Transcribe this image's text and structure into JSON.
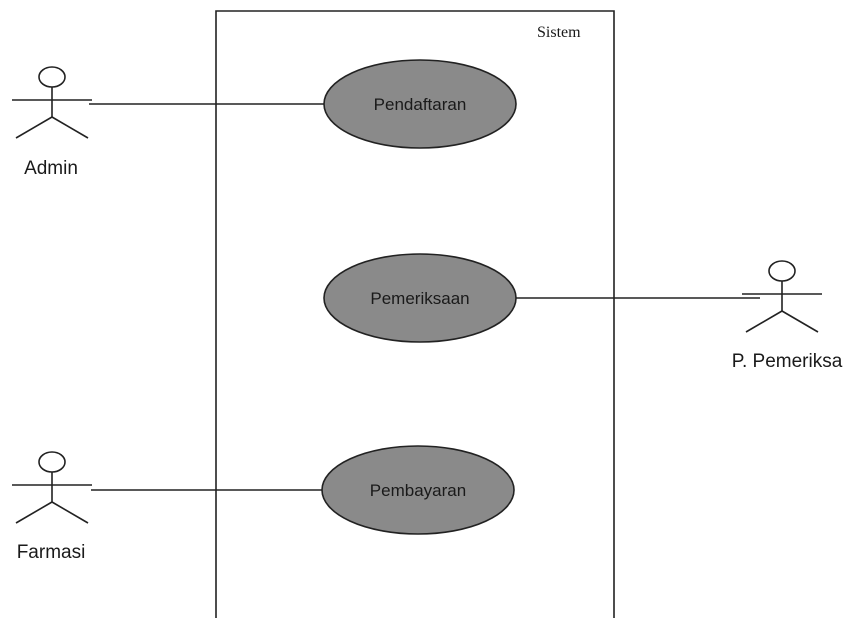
{
  "diagram": {
    "system": {
      "label": "Sistem"
    },
    "actors": {
      "admin": {
        "label": "Admin"
      },
      "farmasi": {
        "label": "Farmasi"
      },
      "pemeriksa": {
        "label": "P. Pemeriksa"
      }
    },
    "use_cases": {
      "pendaftaran": {
        "label": "Pendaftaran"
      },
      "pemeriksaan": {
        "label": "Pemeriksaan"
      },
      "pembayaran": {
        "label": "Pembayaran"
      }
    },
    "colors": {
      "use_case_fill": "#8a8a8a",
      "stroke": "#222222",
      "actor_head_fill": "#ffffff",
      "background": "#ffffff"
    }
  }
}
